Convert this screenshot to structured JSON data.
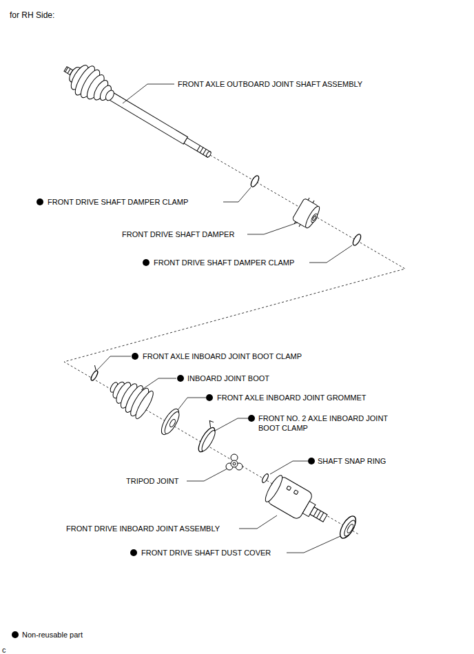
{
  "diagram": {
    "title": "for RH Side:",
    "labels": [
      "FRONT AXLE OUTBOARD JOINT SHAFT ASSEMBLY",
      "FRONT DRIVE SHAFT DAMPER CLAMP",
      "FRONT DRIVE SHAFT DAMPER",
      "FRONT DRIVE SHAFT DAMPER CLAMP",
      "FRONT AXLE INBOARD JOINT BOOT CLAMP",
      "INBOARD JOINT BOOT",
      "FRONT AXLE INBOARD JOINT GROMMET",
      "FRONT NO. 2 AXLE INBOARD JOINT BOOT CLAMP",
      "SHAFT SNAP RING",
      "TRIPOD JOINT",
      "FRONT DRIVE INBOARD JOINT ASSEMBLY",
      "FRONT DRIVE SHAFT DUST COVER",
      "c"
    ],
    "legend": [
      {
        "text": "Non-reusable part"
      }
    ]
  }
}
